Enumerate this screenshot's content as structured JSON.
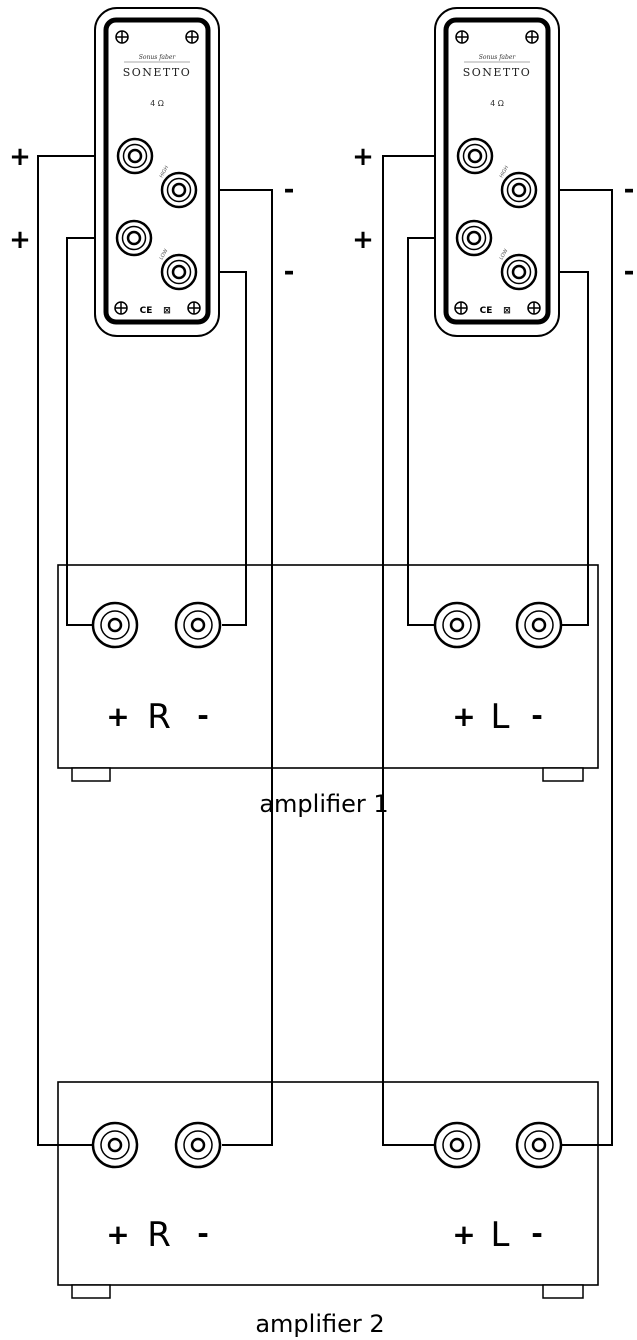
{
  "speakers": [
    {
      "id": "right",
      "brand_script": "Sonus faber",
      "brand": "SONETTO",
      "impedance": "4 Ω",
      "hf_label": "HIGH",
      "lf_label": "LOW",
      "cert_ce": "CE",
      "cert_weee": "⊠",
      "labels": {
        "hf_plus": "+",
        "lf_plus": "+",
        "hf_minus": "-",
        "lf_minus": "-"
      }
    },
    {
      "id": "left",
      "brand_script": "Sonus faber",
      "brand": "SONETTO",
      "impedance": "4 Ω",
      "hf_label": "HIGH",
      "lf_label": "LOW",
      "cert_ce": "CE",
      "cert_weee": "⊠",
      "labels": {
        "hf_plus": "+",
        "lf_plus": "+",
        "hf_minus": "-",
        "lf_minus": "-"
      }
    }
  ],
  "amplifiers": [
    {
      "name": "amplifier 1",
      "channels": [
        {
          "plus": "+",
          "letter": "R",
          "minus": "-"
        },
        {
          "plus": "+",
          "letter": "L",
          "minus": "-"
        }
      ]
    },
    {
      "name": "amplifier 2",
      "channels": [
        {
          "plus": "+",
          "letter": "R",
          "minus": "-"
        },
        {
          "plus": "+",
          "letter": "L",
          "minus": "-"
        }
      ]
    }
  ]
}
